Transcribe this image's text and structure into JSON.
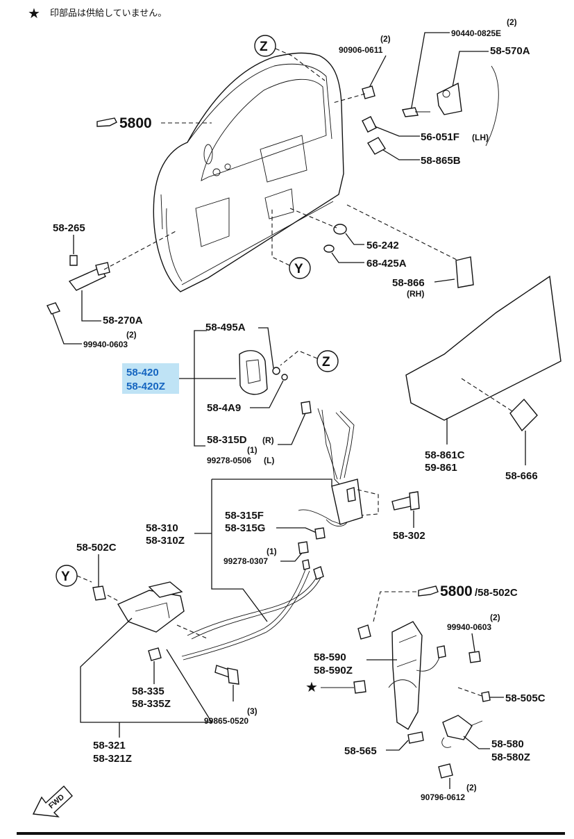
{
  "note": {
    "symbol": "★",
    "text": "印部品は供給していません。"
  },
  "refs": {
    "z": "Z",
    "y": "Y",
    "fwd": "FWD"
  },
  "door": {
    "ref": "5800"
  },
  "labels": {
    "p90906": "90906-0611",
    "q90906": "(2)",
    "p90440": "90440-0825E",
    "q90440": "(2)",
    "p58570A": "58-570A",
    "p56051F": "56-051F",
    "lh": "(LH)",
    "p58865B": "58-865B",
    "p58265": "58-265",
    "p56242": "56-242",
    "p68425A": "68-425A",
    "p58866": "58-866",
    "rh": "(RH)",
    "p58270A": "58-270A",
    "p99940a": "99940-0603",
    "q99940a": "(2)",
    "p58495A": "58-495A",
    "p58420": "58-420",
    "p58420Z": "58-420Z",
    "p584A9": "58-4A9",
    "p58315D": "58-315D",
    "r315": "(R)",
    "p99278a": "99278-0506",
    "l315": "(L)",
    "q99278a": "(1)",
    "p58861C": "58-861C",
    "p59861": "59-861",
    "p58666": "58-666",
    "p58310": "58-310",
    "p58310Z": "58-310Z",
    "p58315F": "58-315F",
    "p58315G": "58-315G",
    "p58302": "58-302",
    "p99278b": "99278-0307",
    "q99278b": "(1)",
    "p58502C": "58-502C",
    "ref5800b": "5800",
    "ref502c": "/58-502C",
    "p99940b": "99940-0603",
    "q99940b": "(2)",
    "p58590": "58-590",
    "p58590Z": "58-590Z",
    "p58505C": "58-505C",
    "p58335": "58-335",
    "p58335Z": "58-335Z",
    "p99865": "99865-0520",
    "q99865": "(3)",
    "p58580": "58-580",
    "p58580Z": "58-580Z",
    "p58565": "58-565",
    "p58321": "58-321",
    "p58321Z": "58-321Z",
    "p90796": "90796-0612",
    "q90796": "(2)"
  },
  "highlight_color": "#bfe3f5"
}
